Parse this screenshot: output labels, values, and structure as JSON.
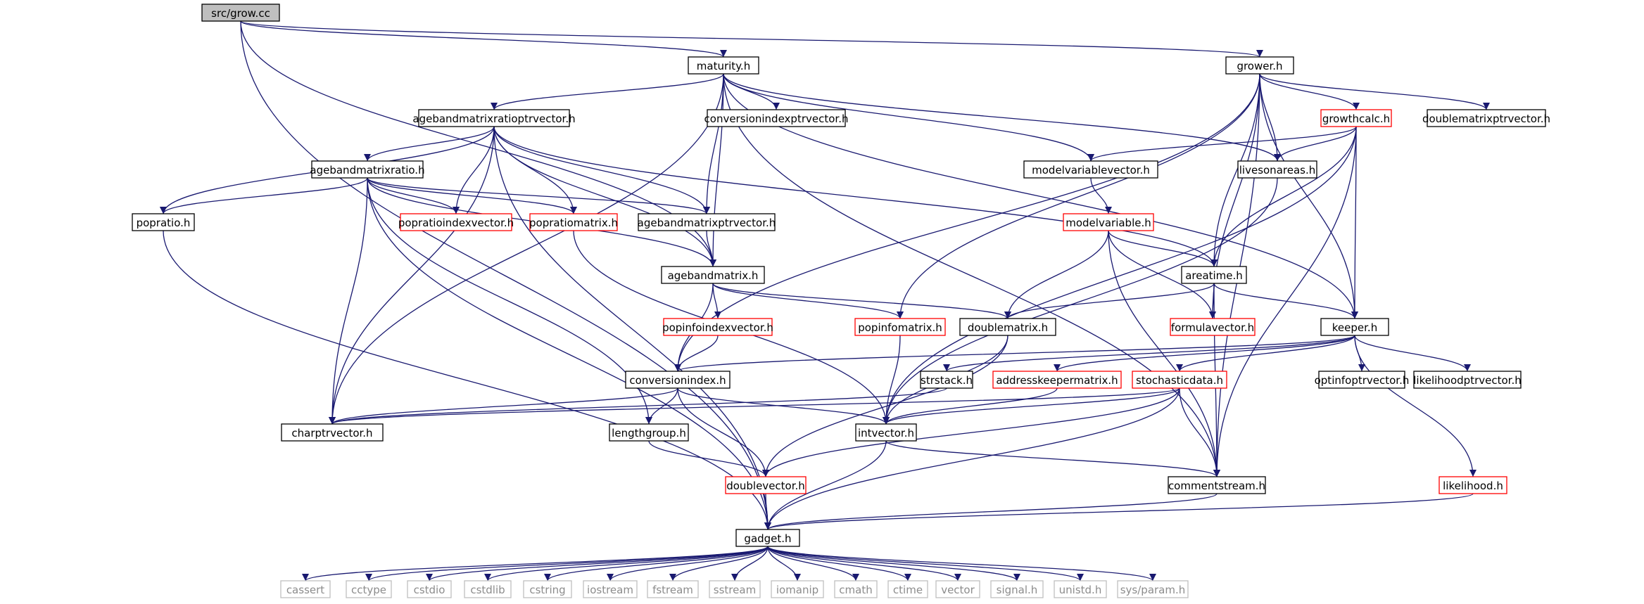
{
  "graph": {
    "colors": {
      "edge": "#191970",
      "box_normal": "#000000",
      "box_incomplete": "#ff0000",
      "box_system": "#bfbfbf",
      "root_fill": "#bfbfbf",
      "text_normal": "#000000",
      "text_system": "#8c8c8c"
    },
    "nodes": [
      {
        "id": "grow",
        "label": "src/grow.cc",
        "kind": "root"
      },
      {
        "id": "maturity",
        "label": "maturity.h",
        "kind": "normal"
      },
      {
        "id": "grower",
        "label": "grower.h",
        "kind": "normal"
      },
      {
        "id": "abmrpv",
        "label": "agebandmatrixratioptrvector.h",
        "kind": "normal"
      },
      {
        "id": "cidpv",
        "label": "conversionindexptrvector.h",
        "kind": "normal"
      },
      {
        "id": "growthcalc",
        "label": "growthcalc.h",
        "kind": "incomplete"
      },
      {
        "id": "dmpv",
        "label": "doublematrixptrvector.h",
        "kind": "normal"
      },
      {
        "id": "abmratio",
        "label": "agebandmatrixratio.h",
        "kind": "normal"
      },
      {
        "id": "mvv",
        "label": "modelvariablevector.h",
        "kind": "normal"
      },
      {
        "id": "livesonareas",
        "label": "livesonareas.h",
        "kind": "normal"
      },
      {
        "id": "popratio",
        "label": "popratio.h",
        "kind": "normal"
      },
      {
        "id": "popratioidxvec",
        "label": "popratioindexvector.h",
        "kind": "incomplete"
      },
      {
        "id": "poprationmatrix",
        "label": "popratiomatrix.h",
        "kind": "incomplete"
      },
      {
        "id": "abmpv",
        "label": "agebandmatrixptrvector.h",
        "kind": "normal"
      },
      {
        "id": "modelvariable",
        "label": "modelvariable.h",
        "kind": "incomplete"
      },
      {
        "id": "abm",
        "label": "agebandmatrix.h",
        "kind": "normal"
      },
      {
        "id": "areatime",
        "label": "areatime.h",
        "kind": "normal"
      },
      {
        "id": "popinfoidxvec",
        "label": "popinfoindexvector.h",
        "kind": "incomplete"
      },
      {
        "id": "popinfomatrix",
        "label": "popinfomatrix.h",
        "kind": "incomplete"
      },
      {
        "id": "doublematrix",
        "label": "doublematrix.h",
        "kind": "normal"
      },
      {
        "id": "formulavector",
        "label": "formulavector.h",
        "kind": "incomplete"
      },
      {
        "id": "keeper",
        "label": "keeper.h",
        "kind": "normal"
      },
      {
        "id": "conversionindex",
        "label": "conversionindex.h",
        "kind": "normal"
      },
      {
        "id": "strstack",
        "label": "strstack.h",
        "kind": "normal"
      },
      {
        "id": "addresskeepermatrix",
        "label": "addresskeepermatrix.h",
        "kind": "incomplete"
      },
      {
        "id": "stochasticdata",
        "label": "stochasticdata.h",
        "kind": "incomplete"
      },
      {
        "id": "optinfoptrvector",
        "label": "optinfoptrvector.h",
        "kind": "normal"
      },
      {
        "id": "likelihoodptrvector",
        "label": "likelihoodptrvector.h",
        "kind": "normal"
      },
      {
        "id": "charptrvector",
        "label": "charptrvector.h",
        "kind": "normal"
      },
      {
        "id": "lengthgroup",
        "label": "lengthgroup.h",
        "kind": "normal"
      },
      {
        "id": "intvector",
        "label": "intvector.h",
        "kind": "normal"
      },
      {
        "id": "doublevector",
        "label": "doublevector.h",
        "kind": "incomplete"
      },
      {
        "id": "commentstream",
        "label": "commentstream.h",
        "kind": "normal"
      },
      {
        "id": "likelihood",
        "label": "likelihood.h",
        "kind": "incomplete"
      },
      {
        "id": "gadget",
        "label": "gadget.h",
        "kind": "normal"
      },
      {
        "id": "cassert",
        "label": "cassert",
        "kind": "system"
      },
      {
        "id": "cctype",
        "label": "cctype",
        "kind": "system"
      },
      {
        "id": "cstdio",
        "label": "cstdio",
        "kind": "system"
      },
      {
        "id": "cstdlib",
        "label": "cstdlib",
        "kind": "system"
      },
      {
        "id": "cstring",
        "label": "cstring",
        "kind": "system"
      },
      {
        "id": "iostream",
        "label": "iostream",
        "kind": "system"
      },
      {
        "id": "fstream",
        "label": "fstream",
        "kind": "system"
      },
      {
        "id": "sstream",
        "label": "sstream",
        "kind": "system"
      },
      {
        "id": "iomanip",
        "label": "iomanip",
        "kind": "system"
      },
      {
        "id": "cmath",
        "label": "cmath",
        "kind": "system"
      },
      {
        "id": "ctime",
        "label": "ctime",
        "kind": "system"
      },
      {
        "id": "vector",
        "label": "vector",
        "kind": "system"
      },
      {
        "id": "signal",
        "label": "signal.h",
        "kind": "system"
      },
      {
        "id": "unistd",
        "label": "unistd.h",
        "kind": "system"
      },
      {
        "id": "sysparam",
        "label": "sys/param.h",
        "kind": "system"
      }
    ],
    "edges": [
      [
        "grow",
        "maturity"
      ],
      [
        "grow",
        "grower"
      ],
      [
        "grow",
        "abm"
      ],
      [
        "grow",
        "gadget"
      ],
      [
        "maturity",
        "abmrpv"
      ],
      [
        "maturity",
        "cidpv"
      ],
      [
        "maturity",
        "mvv"
      ],
      [
        "maturity",
        "livesonareas"
      ],
      [
        "maturity",
        "abmpv"
      ],
      [
        "maturity",
        "abm"
      ],
      [
        "maturity",
        "keeper"
      ],
      [
        "maturity",
        "commentstream"
      ],
      [
        "maturity",
        "charptrvector"
      ],
      [
        "grower",
        "growthcalc"
      ],
      [
        "grower",
        "dmpv"
      ],
      [
        "grower",
        "livesonareas"
      ],
      [
        "grower",
        "areatime"
      ],
      [
        "grower",
        "keeper"
      ],
      [
        "grower",
        "formulavector"
      ],
      [
        "grower",
        "popinfomatrix"
      ],
      [
        "grower",
        "conversionindex"
      ],
      [
        "grower",
        "commentstream"
      ],
      [
        "abmrpv",
        "abmratio"
      ],
      [
        "abmrpv",
        "popratio"
      ],
      [
        "abmrpv",
        "popratioidxvec"
      ],
      [
        "abmrpv",
        "poprationmatrix"
      ],
      [
        "abmrpv",
        "abmpv"
      ],
      [
        "abmrpv",
        "abm"
      ],
      [
        "abmrpv",
        "areatime"
      ],
      [
        "abmrpv",
        "charptrvector"
      ],
      [
        "abmrpv",
        "gadget"
      ],
      [
        "abmratio",
        "popratio"
      ],
      [
        "abmratio",
        "popratioidxvec"
      ],
      [
        "abmratio",
        "poprationmatrix"
      ],
      [
        "abmratio",
        "abmpv"
      ],
      [
        "abmratio",
        "abm"
      ],
      [
        "abmratio",
        "charptrvector"
      ],
      [
        "abmratio",
        "lengthgroup"
      ],
      [
        "abmratio",
        "gadget"
      ],
      [
        "growthcalc",
        "mvv"
      ],
      [
        "growthcalc",
        "livesonareas"
      ],
      [
        "growthcalc",
        "areatime"
      ],
      [
        "growthcalc",
        "keeper"
      ],
      [
        "growthcalc",
        "commentstream"
      ],
      [
        "growthcalc",
        "intvector"
      ],
      [
        "mvv",
        "modelvariable"
      ],
      [
        "livesonareas",
        "intvector"
      ],
      [
        "popratio",
        "gadget"
      ],
      [
        "poprationmatrix",
        "intvector"
      ],
      [
        "abmpv",
        "abm"
      ],
      [
        "modelvariable",
        "areatime"
      ],
      [
        "modelvariable",
        "formulavector"
      ],
      [
        "modelvariable",
        "doublematrix"
      ],
      [
        "modelvariable",
        "commentstream"
      ],
      [
        "abm",
        "popinfoidxvec"
      ],
      [
        "abm",
        "popinfomatrix"
      ],
      [
        "abm",
        "doublematrix"
      ],
      [
        "abm",
        "conversionindex"
      ],
      [
        "areatime",
        "formulavector"
      ],
      [
        "areatime",
        "doublematrix"
      ],
      [
        "areatime",
        "keeper"
      ],
      [
        "areatime",
        "commentstream"
      ],
      [
        "popinfoidxvec",
        "conversionindex"
      ],
      [
        "popinfomatrix",
        "intvector"
      ],
      [
        "doublematrix",
        "intvector"
      ],
      [
        "doublematrix",
        "doublevector"
      ],
      [
        "keeper",
        "conversionindex"
      ],
      [
        "keeper",
        "strstack"
      ],
      [
        "keeper",
        "addresskeepermatrix"
      ],
      [
        "keeper",
        "stochasticdata"
      ],
      [
        "keeper",
        "optinfoptrvector"
      ],
      [
        "keeper",
        "likelihoodptrvector"
      ],
      [
        "keeper",
        "likelihood"
      ],
      [
        "conversionindex",
        "charptrvector"
      ],
      [
        "conversionindex",
        "lengthgroup"
      ],
      [
        "conversionindex",
        "intvector"
      ],
      [
        "conversionindex",
        "doublevector"
      ],
      [
        "strstack",
        "charptrvector"
      ],
      [
        "addresskeepermatrix",
        "intvector"
      ],
      [
        "stochasticdata",
        "charptrvector"
      ],
      [
        "stochasticdata",
        "intvector"
      ],
      [
        "stochasticdata",
        "doublevector"
      ],
      [
        "stochasticdata",
        "commentstream"
      ],
      [
        "stochasticdata",
        "gadget"
      ],
      [
        "lengthgroup",
        "doublevector"
      ],
      [
        "intvector",
        "gadget"
      ],
      [
        "intvector",
        "commentstream"
      ],
      [
        "doublevector",
        "gadget"
      ],
      [
        "commentstream",
        "gadget"
      ],
      [
        "likelihood",
        "gadget"
      ],
      [
        "gadget",
        "cassert"
      ],
      [
        "gadget",
        "cctype"
      ],
      [
        "gadget",
        "cstdio"
      ],
      [
        "gadget",
        "cstdlib"
      ],
      [
        "gadget",
        "cstring"
      ],
      [
        "gadget",
        "iostream"
      ],
      [
        "gadget",
        "fstream"
      ],
      [
        "gadget",
        "sstream"
      ],
      [
        "gadget",
        "iomanip"
      ],
      [
        "gadget",
        "cmath"
      ],
      [
        "gadget",
        "ctime"
      ],
      [
        "gadget",
        "vector"
      ],
      [
        "gadget",
        "signal"
      ],
      [
        "gadget",
        "unistd"
      ],
      [
        "gadget",
        "sysparam"
      ]
    ]
  }
}
